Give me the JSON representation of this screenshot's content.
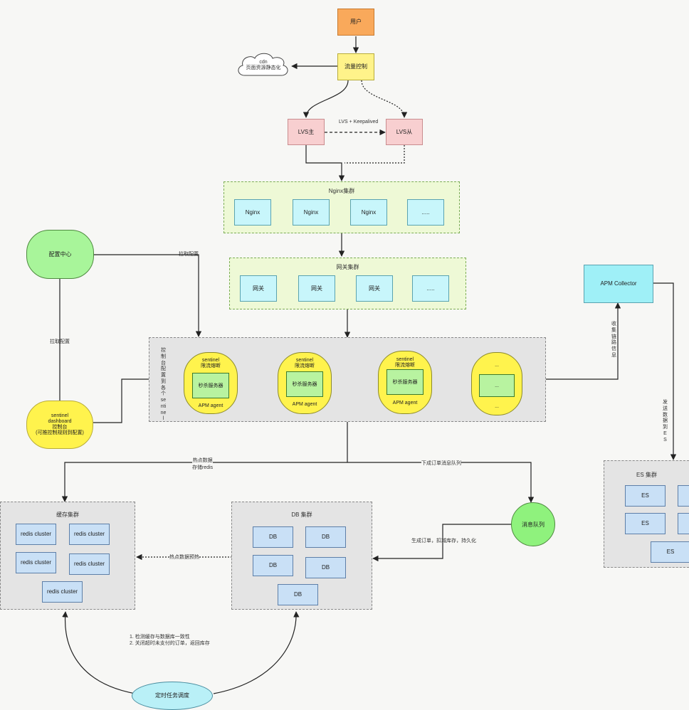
{
  "nodes": {
    "user": "用户",
    "traffic_control": "流量控制",
    "cdn": "cdn\n页面资源静态化",
    "lvs_master": "LVS主",
    "lvs_slave": "LVS从",
    "lvs_link": "LVS + Keepalived",
    "config_center": "配置中心",
    "apm_collector": "APM Collector",
    "mq": "消息队列",
    "dashboard": "sentinel\ndashboard\n控制台\n(可推控制规则到配置)",
    "scheduler": "定时任务调度"
  },
  "groups": {
    "nginx_title": "Nginx集群",
    "nginx_items": [
      "Nginx",
      "Nginx",
      "Nginx",
      "....."
    ],
    "gateway_title": "网关集群",
    "gateway_items": [
      "网关",
      "网关",
      "网关",
      "....."
    ],
    "cache_title": "缓存集群",
    "redis_items": [
      "redis  cluster",
      "redis  cluster",
      "redis  cluster",
      "redis  cluster",
      "redis  cluster"
    ],
    "db_title": "DB 集群",
    "db_items": [
      "DB",
      "DB",
      "DB",
      "DB",
      "DB"
    ],
    "es_title": "ES 集群",
    "es_items": [
      "ES",
      "ES",
      "ES",
      "ES",
      "ES"
    ]
  },
  "service_cluster": {
    "side_label": "控制台配置到各个sentinel",
    "services": [
      {
        "top": "sentinel\n限流熔断",
        "inner": "秒杀服务器",
        "bottom": "APM agent"
      },
      {
        "top": "sentinel\n限流熔断",
        "inner": "秒杀服务器",
        "bottom": "APM agent"
      },
      {
        "top": "sentinel\n限流熔断",
        "inner": "秒杀服务器",
        "bottom": "APM agent"
      },
      {
        "top": "...",
        "inner": "...",
        "bottom": "..."
      }
    ]
  },
  "edge_labels": {
    "pull_config": "拉取配置",
    "push_config": "拉取配置",
    "collect": "收集链路信息",
    "send_es": "发送数据到ES",
    "hot_data": "热点数据\n存储redis",
    "order_mq": "下成订单消息队列",
    "persist": "生成订单，扣减库存，持久化",
    "warmup": "热点数据预热",
    "schedule_note": "1. 检测缓存与数据库一致性\n2. 关闭超时未支付的订单，返回库存"
  }
}
